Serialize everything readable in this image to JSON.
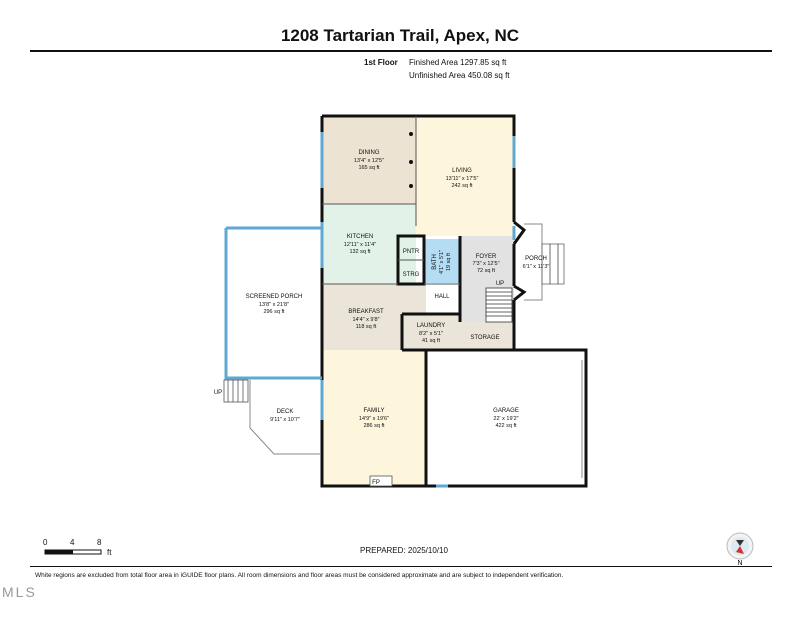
{
  "header": {
    "title": "1208 Tartarian Trail, Apex, NC",
    "floor": "1st Floor",
    "finished_area": "Finished Area 1297.85 sq ft",
    "unfinished_area": "Unfinished Area 450.08 sq ft"
  },
  "colors": {
    "dining": "#ede3d2",
    "living": "#fdf6dc",
    "kitchen": "#e3f2e8",
    "breakfast": "#ebe4d8",
    "family": "#fdf6dc",
    "foyer": "#e2e2e2",
    "bath": "#b4dcf3",
    "window": "#5fa8d3",
    "wall": "#111111"
  },
  "rooms": {
    "dining": {
      "name": "DINING",
      "dims": "13'4\" x 12'5\"",
      "area": "165 sq ft"
    },
    "living": {
      "name": "LIVING",
      "dims": "13'11\" x 17'5\"",
      "area": "242 sq ft"
    },
    "kitchen": {
      "name": "KITCHEN",
      "dims": "12'11\" x 11'4\"",
      "area": "132 sq ft"
    },
    "pntr": {
      "name": "PNTR"
    },
    "strg": {
      "name": "STRG"
    },
    "bath": {
      "name": "BATH",
      "dims": "4'1\" x 5'1\"",
      "area": "19 sq ft"
    },
    "foyer": {
      "name": "FOYER",
      "dims": "7'3\" x 12'5\"",
      "area": "72 sq ft"
    },
    "porch": {
      "name": "PORCH",
      "dims": "6'1\" x 11'3\""
    },
    "hall": {
      "name": "HALL"
    },
    "screened_porch": {
      "name": "SCREENED PORCH",
      "dims": "13'8\" x 21'8\"",
      "area": "296 sq ft"
    },
    "breakfast": {
      "name": "BREAKFAST",
      "dims": "14'4\" x 9'8\"",
      "area": "118 sq ft"
    },
    "laundry": {
      "name": "LAUNDRY",
      "dims": "8'2\" x 5'1\"",
      "area": "41 sq ft"
    },
    "storage": {
      "name": "STORAGE"
    },
    "deck": {
      "name": "DECK",
      "dims": "9'11\" x 10'7\""
    },
    "family": {
      "name": "FAMILY",
      "dims": "14'9\" x 19'6\"",
      "area": "286 sq ft"
    },
    "fp": {
      "name": "FP"
    },
    "garage": {
      "name": "GARAGE",
      "dims": "22' x 19'2\"",
      "area": "422 sq ft"
    }
  },
  "stairs": {
    "up_main": "UP",
    "up_deck": "UP"
  },
  "scale": {
    "ticks": [
      "0",
      "4",
      "8"
    ],
    "unit": "ft"
  },
  "prepared": "PREPARED: 2025/10/10",
  "compass": {
    "label": "N"
  },
  "disclaimer": "White regions are excluded from total floor area in iGUIDE floor plans. All room dimensions and floor areas must be considered approximate and are subject to independent verification.",
  "watermark": "MLS"
}
